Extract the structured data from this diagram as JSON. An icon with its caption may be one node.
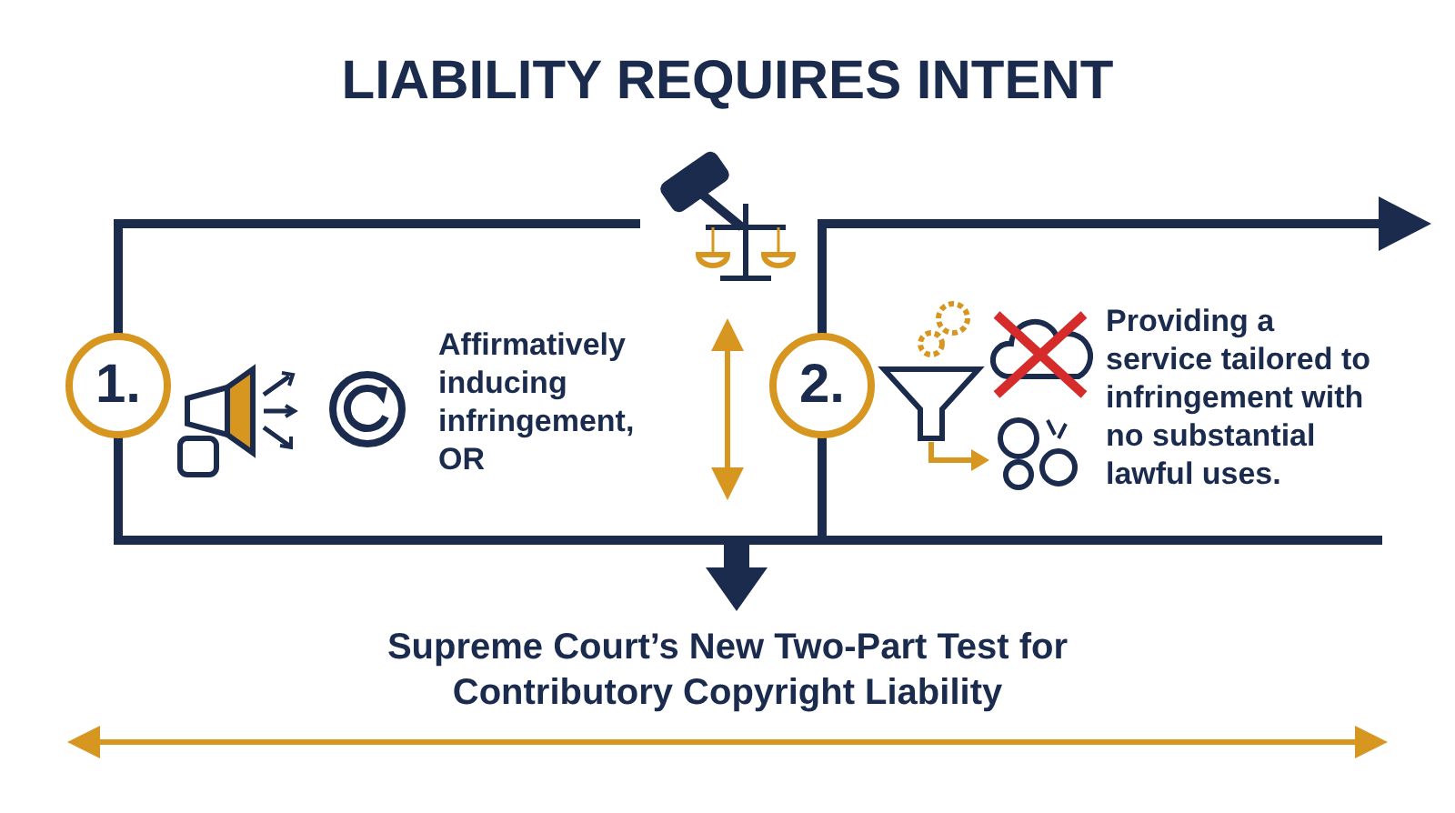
{
  "diagram": {
    "title": "LIABILITY REQUIRES INTENT",
    "nodes": [
      {
        "text": [
          "Affirmatively inducing infringement, OR"
        ]
      },
      {
        "text": [
          "1."
        ]
      },
      {
        "text": [
          "Providing a service tailored to infringement with no substantial lawful uses."
        ]
      },
      {
        "text": [
          "2."
        ]
      }
    ],
    "edges": [],
    "caption": "Supreme Court’s New Two-Part Test for Contributory Copyright Liability"
  }
}
